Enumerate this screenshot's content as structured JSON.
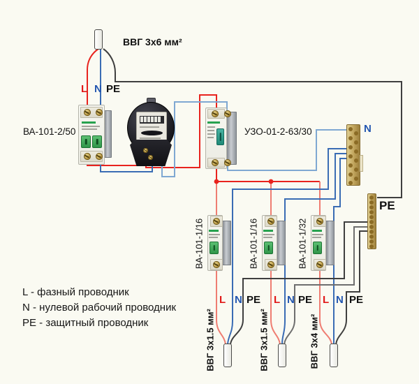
{
  "colors": {
    "background": "#fafaf2",
    "phase": "#e8231e",
    "phase_light": "#ef7d72",
    "neutral": "#3a6cb4",
    "neutral_light": "#7fa8d2",
    "protective": "#3f3f3f",
    "protective_light": "#6e6e6e",
    "label_phase": "#e01818",
    "label_neutral": "#2356b0",
    "label_text": "#111111"
  },
  "supply": {
    "cable_label": "ВВГ 3х6 мм²"
  },
  "wire_labels": {
    "l": "L",
    "n": "N",
    "pe": "PE"
  },
  "devices": {
    "main_breaker_label": "ВА-101-2/50",
    "rcd_label": "УЗО-01-2-63/30",
    "breaker1_label": "ВА-101-1/16",
    "breaker2_label": "ВА-101-1/16",
    "breaker3_label": "ВА-101-1/32"
  },
  "buses": {
    "neutral_label": "N",
    "protective_label": "PE"
  },
  "circuits": {
    "cable1_label": "ВВГ 3х1.5 мм²",
    "cable2_label": "ВВГ 3х1.5 мм²",
    "cable3_label": "ВВГ 3х4 мм²"
  },
  "legend": {
    "l": "L - фазный проводник",
    "n": "N - нулевой рабочий проводник",
    "pe": "PE - защитный проводник"
  }
}
